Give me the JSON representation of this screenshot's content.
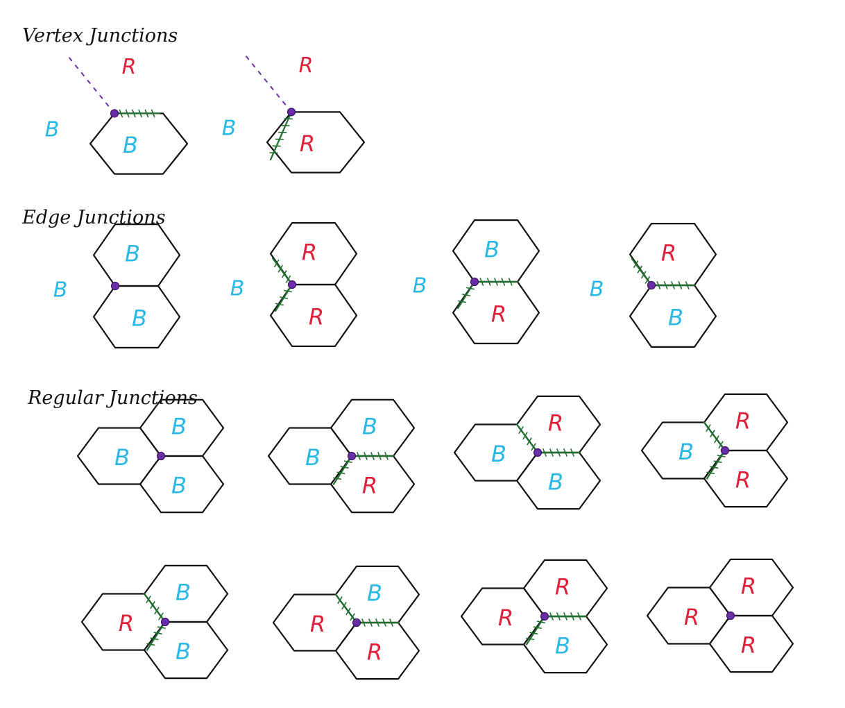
{
  "colors": {
    "ink": "#111111",
    "red": "#e0203a",
    "blue": "#2ab8e6",
    "wall": "#1f6e2f",
    "junction": "#6a2fa8"
  },
  "labels": {
    "red": "R",
    "blue": "B"
  },
  "sections": [
    {
      "id": "vertex",
      "title": "Vertex Junctions",
      "panels": [
        {
          "kind": "vertex",
          "top": "R",
          "left": "B",
          "cell": "B",
          "walls": [
            "right"
          ]
        },
        {
          "kind": "vertex",
          "top": "R",
          "left": "B",
          "cell": "R",
          "walls": [
            "left"
          ]
        }
      ]
    },
    {
      "id": "edge",
      "title": "Edge Junctions",
      "panels": [
        {
          "kind": "edge",
          "left": "B",
          "top": "B",
          "bottom": "B",
          "walls": []
        },
        {
          "kind": "edge",
          "left": "B",
          "top": "R",
          "bottom": "R",
          "walls": [
            "upper",
            "lower"
          ]
        },
        {
          "kind": "edge",
          "left": "B",
          "top": "B",
          "bottom": "R",
          "walls": [
            "right",
            "lower"
          ]
        },
        {
          "kind": "edge",
          "left": "B",
          "top": "R",
          "bottom": "B",
          "walls": [
            "upper",
            "right"
          ]
        }
      ]
    },
    {
      "id": "regular",
      "title": "Regular Junctions",
      "panels": [
        {
          "kind": "regular",
          "left": "B",
          "top": "B",
          "bottom": "B",
          "walls": []
        },
        {
          "kind": "regular",
          "left": "B",
          "top": "B",
          "bottom": "R",
          "walls": [
            "right",
            "lower"
          ]
        },
        {
          "kind": "regular",
          "left": "B",
          "top": "R",
          "bottom": "B",
          "walls": [
            "upper",
            "right"
          ]
        },
        {
          "kind": "regular",
          "left": "B",
          "top": "R",
          "bottom": "R",
          "walls": [
            "upper",
            "lower"
          ]
        },
        {
          "kind": "regular",
          "left": "R",
          "top": "B",
          "bottom": "B",
          "walls": [
            "upper",
            "lower"
          ]
        },
        {
          "kind": "regular",
          "left": "R",
          "top": "B",
          "bottom": "R",
          "walls": [
            "upper",
            "right"
          ]
        },
        {
          "kind": "regular",
          "left": "R",
          "top": "R",
          "bottom": "B",
          "walls": [
            "right",
            "lower"
          ]
        },
        {
          "kind": "regular",
          "left": "R",
          "top": "R",
          "bottom": "R",
          "walls": []
        }
      ]
    }
  ]
}
